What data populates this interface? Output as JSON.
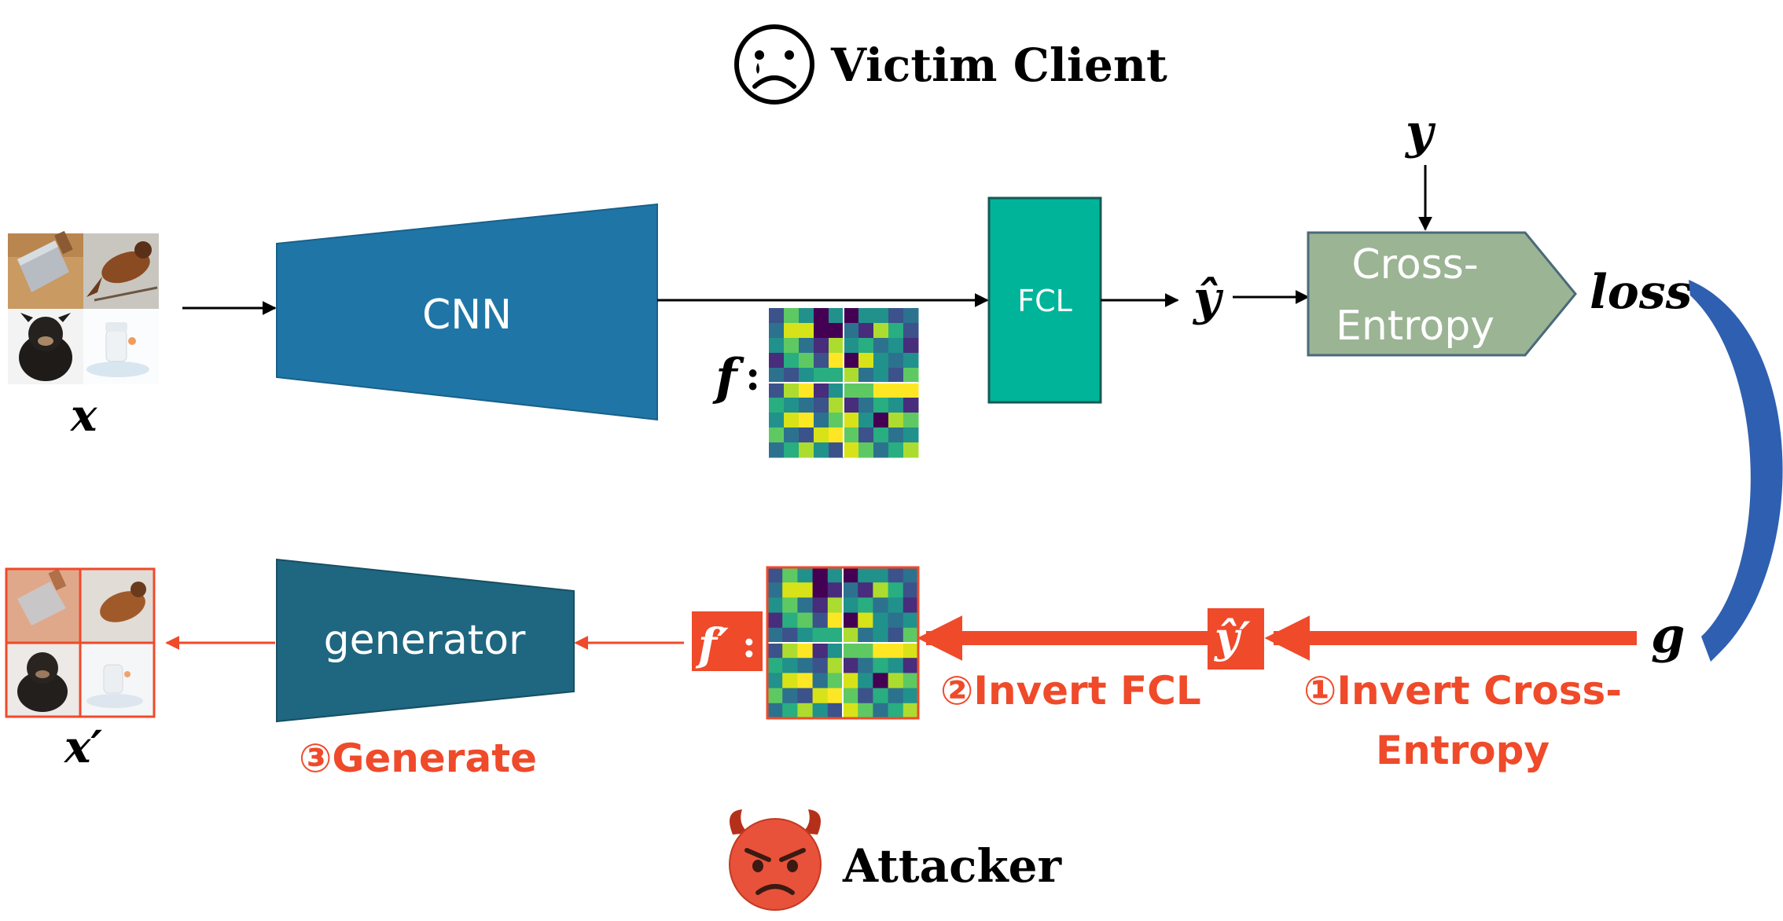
{
  "header": {
    "title": "Victim Client",
    "icon": "sad-face-icon"
  },
  "footer": {
    "title": "Attacker",
    "icon": "devil-face-icon"
  },
  "forward": {
    "input_label": "x",
    "cnn_label": "CNN",
    "feature_label": "f",
    "feature_colon": ":",
    "fcl_label": "FCL",
    "prediction_label": "ŷ",
    "target_label": "y",
    "loss_block_line1": "Cross-",
    "loss_block_line2": "Entropy",
    "loss_label": "loss"
  },
  "attack": {
    "gradient_label": "g",
    "recovered_prediction_label": "ŷ′",
    "recovered_feature_label": "f′",
    "recovered_feature_colon": ":",
    "generator_label": "generator",
    "output_label": "x′",
    "step1_line1": "①Invert Cross-",
    "step1_line2": "Entropy",
    "step2": "②Invert FCL",
    "step3": "③Generate"
  },
  "colors": {
    "cnn": "#1f76a6",
    "fcl": "#00b49a",
    "cross_entropy": "#9bb494",
    "generator": "#1f6680",
    "attack_red": "#ef4a2a",
    "curve_blue": "#2f5fb0",
    "devil": "#e8523a"
  },
  "feature_map": [
    [
      2,
      6,
      4,
      0,
      4,
      0,
      4,
      4,
      2,
      3
    ],
    [
      3,
      8,
      8,
      0,
      0,
      3,
      1,
      7,
      5,
      2
    ],
    [
      4,
      6,
      3,
      1,
      7,
      4,
      5,
      3,
      4,
      1
    ],
    [
      1,
      5,
      6,
      2,
      9,
      0,
      8,
      4,
      3,
      4
    ],
    [
      3,
      2,
      4,
      5,
      5,
      7,
      3,
      4,
      2,
      6
    ],
    [
      2,
      7,
      9,
      1,
      4,
      6,
      6,
      9,
      9,
      9
    ],
    [
      5,
      4,
      3,
      2,
      7,
      1,
      3,
      5,
      4,
      1
    ],
    [
      4,
      8,
      9,
      3,
      6,
      8,
      4,
      0,
      7,
      6
    ],
    [
      6,
      3,
      2,
      8,
      9,
      6,
      2,
      5,
      3,
      4
    ],
    [
      3,
      5,
      7,
      4,
      2,
      8,
      6,
      3,
      5,
      7
    ]
  ],
  "feature_map_attacker": [
    [
      2,
      6,
      4,
      0,
      4,
      0,
      4,
      4,
      2,
      3
    ],
    [
      3,
      8,
      8,
      0,
      1,
      3,
      1,
      7,
      5,
      2
    ],
    [
      4,
      6,
      3,
      1,
      7,
      4,
      5,
      3,
      4,
      1
    ],
    [
      1,
      5,
      6,
      2,
      9,
      0,
      8,
      4,
      3,
      4
    ],
    [
      3,
      2,
      4,
      5,
      5,
      7,
      3,
      4,
      2,
      6
    ],
    [
      2,
      7,
      9,
      1,
      4,
      6,
      6,
      9,
      9,
      8
    ],
    [
      5,
      4,
      3,
      2,
      7,
      1,
      3,
      5,
      4,
      1
    ],
    [
      4,
      8,
      9,
      3,
      6,
      8,
      4,
      0,
      7,
      6
    ],
    [
      6,
      3,
      2,
      8,
      9,
      6,
      2,
      5,
      3,
      4
    ],
    [
      3,
      5,
      7,
      4,
      2,
      8,
      6,
      3,
      5,
      7
    ]
  ]
}
